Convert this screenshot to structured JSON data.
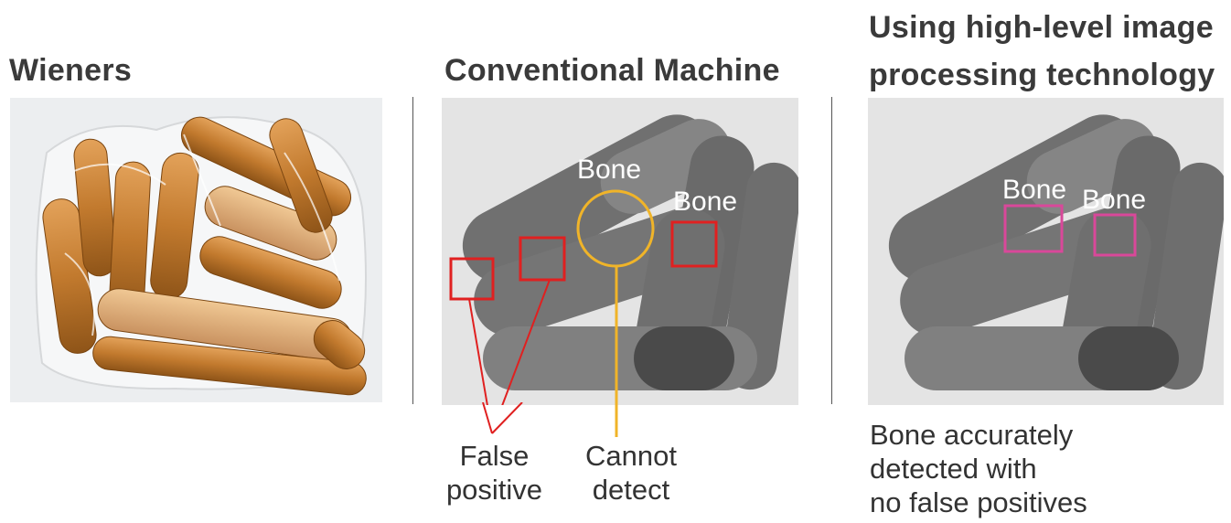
{
  "panels": {
    "wieners": {
      "title": "Wieners"
    },
    "conventional": {
      "title": "Conventional Machine",
      "bone_label_1": "Bone",
      "bone_label_2": "Bone",
      "false_positive_caption_line1": "False",
      "false_positive_caption_line2": "positive",
      "cannot_detect_caption_line1": "Cannot",
      "cannot_detect_caption_line2": "detect"
    },
    "advanced": {
      "title_line1": "Using high-level image",
      "title_line2": "processing technology",
      "bone_label_1": "Bone",
      "bone_label_2": "Bone",
      "caption_line1": "Bone accurately",
      "caption_line2": "detected with",
      "caption_line3": "no false positives"
    }
  },
  "colors": {
    "false_positive": "#e02020",
    "cannot_detect": "#f0b429",
    "accurate_detection": "#d9489a",
    "heading_text": "#3a3a3a"
  }
}
